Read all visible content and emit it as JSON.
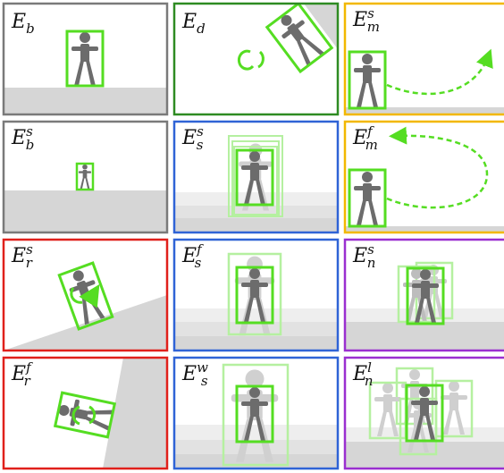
{
  "colors": {
    "gray_border": "#7a7a7a",
    "dark_green_border": "#2e8b22",
    "orange_border": "#f2b800",
    "blue_border": "#2f63d6",
    "red_border": "#e0201b",
    "purple_border": "#9a2fd0",
    "box_green": "#55dd22",
    "ghost_green": "#b5f0a0",
    "figure_gray": "#6c6c6c",
    "ground_gray": "#d6d6d6"
  },
  "panels": [
    {
      "id": "Eb",
      "label": {
        "base": "E",
        "sub": "b",
        "sup": ""
      }
    },
    {
      "id": "Ed",
      "label": {
        "base": "E",
        "sub": "d",
        "sup": ""
      }
    },
    {
      "id": "Ems",
      "label": {
        "base": "E",
        "sub": "m",
        "sup": "s"
      }
    },
    {
      "id": "Ebs",
      "label": {
        "base": "E",
        "sub": "b",
        "sup": "s"
      }
    },
    {
      "id": "Ess",
      "label": {
        "base": "E",
        "sub": "s",
        "sup": "s"
      }
    },
    {
      "id": "Emf",
      "label": {
        "base": "E",
        "sub": "m",
        "sup": "f"
      }
    },
    {
      "id": "Ers",
      "label": {
        "base": "E",
        "sub": "r",
        "sup": "s"
      }
    },
    {
      "id": "Esf",
      "label": {
        "base": "E",
        "sub": "s",
        "sup": "f"
      }
    },
    {
      "id": "Ens",
      "label": {
        "base": "E",
        "sub": "n",
        "sup": "s"
      }
    },
    {
      "id": "Erf",
      "label": {
        "base": "E",
        "sub": "r",
        "sup": "f"
      }
    },
    {
      "id": "Esw",
      "label": {
        "base": "E",
        "sub": "s",
        "sup": "w"
      }
    },
    {
      "id": "Enl",
      "label": {
        "base": "E",
        "sub": "n",
        "sup": "l"
      }
    }
  ]
}
